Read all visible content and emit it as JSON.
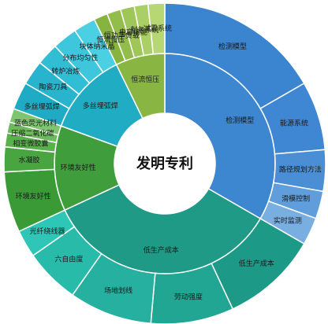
{
  "chart_data": {
    "type": "sunburst",
    "title": "发明专利",
    "inner": [
      {
        "name": "检测模型",
        "value": 120,
        "color": "#3d86d0"
      },
      {
        "name": "低生产成本",
        "value": 125,
        "color": "#1f9a86"
      },
      {
        "name": "环境友好性",
        "value": 45,
        "color": "#3f9e3b"
      },
      {
        "name": "多丝埋弧焊",
        "value": 44,
        "color": "#20adc4"
      },
      {
        "name": "恒流恒压",
        "value": 26,
        "color": "#89b642"
      }
    ],
    "outer": [
      {
        "name": "检测模型",
        "value": 60,
        "parent": 0,
        "color": "#3a84d0"
      },
      {
        "name": "能源系统",
        "value": 25,
        "parent": 0,
        "color": "#3f87d2"
      },
      {
        "name": "路径规划方法",
        "value": 15,
        "parent": 0,
        "color": "#4a8fd5"
      },
      {
        "name": "滑模控制",
        "value": 10,
        "parent": 0,
        "color": "#5f9edb"
      },
      {
        "name": "实时监测",
        "value": 10,
        "parent": 0,
        "color": "#78aee0"
      },
      {
        "name": "低生产成本",
        "value": 35,
        "parent": 1,
        "color": "#1d9988"
      },
      {
        "name": "劳动强度",
        "value": 30,
        "parent": 1,
        "color": "#22a694"
      },
      {
        "name": "场地划线",
        "value": 30,
        "parent": 1,
        "color": "#25b09f"
      },
      {
        "name": "六自由度",
        "value": 20,
        "parent": 1,
        "color": "#29bbaa"
      },
      {
        "name": "光纤绕线器",
        "value": 10,
        "parent": 1,
        "color": "#2ec6b6"
      },
      {
        "name": "环境友好性",
        "value": 22,
        "parent": 2,
        "color": "#3a9a36"
      },
      {
        "name": "水凝胶",
        "value": 9,
        "parent": 2,
        "color": "#49a540"
      },
      {
        "name": "相变微胶囊",
        "value": 5,
        "parent": 2,
        "color": "#5bb04e"
      },
      {
        "name": "压缩二氧化碳",
        "value": 4,
        "parent": 2,
        "color": "#6dba5e"
      },
      {
        "name": "蓝色荧光材料",
        "value": 5,
        "parent": 2,
        "color": "#7fc46f"
      },
      {
        "name": "多丝埋弧焊",
        "value": 10,
        "parent": 3,
        "color": "#1eabc3"
      },
      {
        "name": "陶瓷刀具",
        "value": 9,
        "parent": 3,
        "color": "#27b4cc"
      },
      {
        "name": "转炉冶炼",
        "value": 8,
        "parent": 3,
        "color": "#31bdd4"
      },
      {
        "name": "分布均匀性",
        "value": 9,
        "parent": 3,
        "color": "#3dc6dc"
      },
      {
        "name": "块体纳米晶",
        "value": 8,
        "parent": 3,
        "color": "#4acfe3"
      },
      {
        "name": "恒流恒压",
        "value": 5,
        "parent": 4,
        "color": "#86b43f"
      },
      {
        "name": "恒功率负载",
        "value": 5,
        "parent": 4,
        "color": "#92bd4b"
      },
      {
        "name": "电容储能",
        "value": 5,
        "parent": 4,
        "color": "#9ec658"
      },
      {
        "name": "制氢系统",
        "value": 5,
        "parent": 4,
        "color": "#aacf66"
      },
      {
        "name": "减震系统",
        "value": 6,
        "parent": 4,
        "color": "#b6d774"
      }
    ]
  }
}
